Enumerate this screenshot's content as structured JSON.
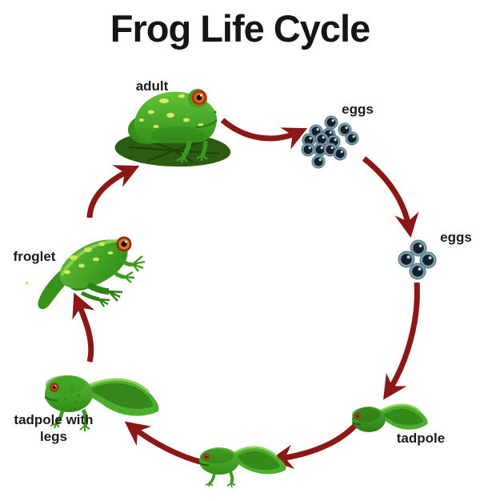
{
  "title": "Frog Life Cycle",
  "stages": [
    {
      "id": "adult",
      "label": "adult"
    },
    {
      "id": "eggs-large",
      "label": "eggs"
    },
    {
      "id": "eggs-small",
      "label": "eggs"
    },
    {
      "id": "tadpole",
      "label": "tadpole"
    },
    {
      "id": "tadpole-with-legs",
      "label": "tadpole with legs"
    },
    {
      "id": "froglet",
      "label": "froglet"
    }
  ],
  "arrows": [
    {
      "from": "adult",
      "to": "eggs-large"
    },
    {
      "from": "eggs-large",
      "to": "eggs-small"
    },
    {
      "from": "eggs-small",
      "to": "tadpole"
    },
    {
      "from": "tadpole",
      "to": "tadpole-developing-legs"
    },
    {
      "from": "tadpole-developing-legs",
      "to": "tadpole-with-legs"
    },
    {
      "from": "tadpole-with-legs",
      "to": "froglet"
    },
    {
      "from": "froglet",
      "to": "adult"
    }
  ],
  "colors": {
    "arrow": "#8c1717",
    "title_text": "#151515",
    "label_text": "#1b1b1b",
    "frog_green": "#4cae2a",
    "frog_green_dark": "#2f7d16",
    "spot_yellow": "#d3ec5f",
    "lily_pad": "#2b5c12",
    "egg_ring": "#7e9fa7",
    "egg_center": "#141f2d",
    "eye_red": "#c2541a"
  }
}
